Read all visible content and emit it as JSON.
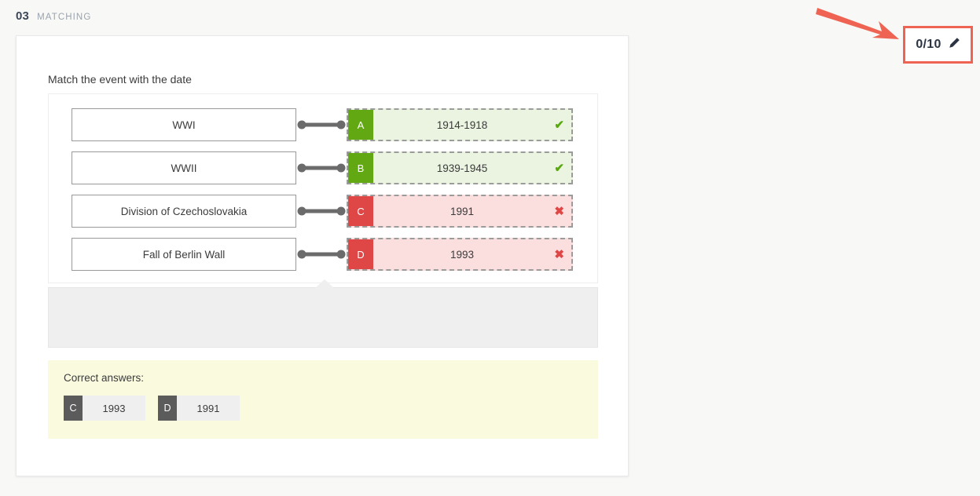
{
  "header": {
    "number": "03",
    "type_label": "MATCHING"
  },
  "score_badge": {
    "value": "0/10",
    "edit_icon": "pencil-icon",
    "border_color": "#ee6352"
  },
  "annotation": {
    "arrow_icon": "arrow-icon",
    "color": "#ee6352"
  },
  "question": {
    "prompt": "Match the event with the date",
    "rows": [
      {
        "term": "WWI",
        "letter": "A",
        "answer": "1914-1918",
        "state": "correct",
        "result_icon": "check-icon",
        "result_glyph": "✔"
      },
      {
        "term": "WWII",
        "letter": "B",
        "answer": "1939-1945",
        "state": "correct",
        "result_icon": "check-icon",
        "result_glyph": "✔"
      },
      {
        "term": "Division of Czechoslovakia",
        "letter": "C",
        "answer": "1991",
        "state": "incorrect",
        "result_icon": "cross-icon",
        "result_glyph": "✖"
      },
      {
        "term": "Fall of Berlin Wall",
        "letter": "D",
        "answer": "1993",
        "state": "incorrect",
        "result_icon": "cross-icon",
        "result_glyph": "✖"
      }
    ]
  },
  "correct_answers": {
    "title": "Correct answers:",
    "items": [
      {
        "letter": "C",
        "value": "1993"
      },
      {
        "letter": "D",
        "value": "1991"
      }
    ]
  },
  "colors": {
    "correct_green": "#62a813",
    "incorrect_red": "#df4747",
    "accent_orange": "#ee6352",
    "answers_bg": "#fafadf"
  }
}
